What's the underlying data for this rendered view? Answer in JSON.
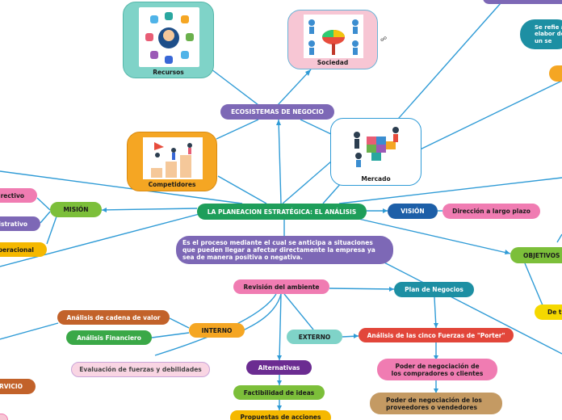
{
  "central": "LA PLANEACION ESTRATÉGICA: EL ANÁLISIS",
  "definition": "Es el proceso mediante el cual se anticipa a situaciones que pueden llegar a afectar directamente la empresa ya sea de manera positiva o negativa.",
  "ecosistemas": "ECOSISTEMAS DE NEGOCIO",
  "cards": {
    "recursos": "Recursos",
    "sociedad": "Sociedad",
    "competidores": "Competidores",
    "mercado": "Mercado"
  },
  "mision": {
    "label": "MISIÓN",
    "directivo": "rectivo",
    "administrativo": "istrativo",
    "operacional": "peracional",
    "servicio": "RVICIO"
  },
  "vision": {
    "label": "VISIÓN",
    "detail": "Dirección a largo plazo"
  },
  "objetivos": {
    "label": "OBJETIVOS",
    "partial": "De ti"
  },
  "top_right_note": "Se refie a elabor de un se",
  "revision": "Revisión del ambiente",
  "plan": "Plan de Negocios",
  "interno": {
    "label": "INTERNO",
    "cadena": "Análisis de cadena de valor",
    "financiero": "Análisis Financiero",
    "evaluacion": "Evaluación de fuerzas y debilidades"
  },
  "externo": {
    "label": "EXTERNO",
    "porter": "Análisis de las cinco Fuerzas de \"Porter\"",
    "compradores": "Poder de negociación de los compradores o clientes",
    "proveedores": "Poder de negociación de los proveedores o vendedores"
  },
  "alternativas": "Alternativas",
  "factibilidad": "Factibilidad de ideas",
  "propuestas": "Propuestas de acciones",
  "colors": {
    "link": "#2f9bd6",
    "central": "#1e9e5a",
    "purple": "#7d68b6",
    "teal": "#1d8fa3",
    "pink": "#f07cb2",
    "orange": "#f5a623",
    "green": "#7cbf3a",
    "red": "#e2463a",
    "brown": "#c2622a",
    "tan": "#c49a63"
  }
}
